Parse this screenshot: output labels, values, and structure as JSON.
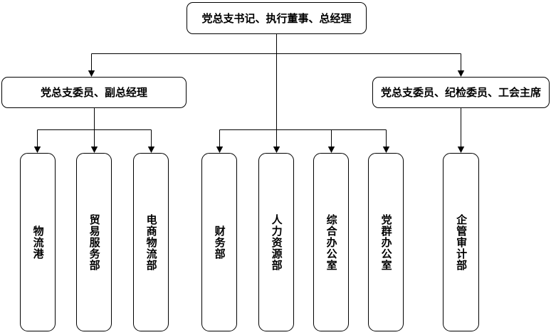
{
  "chart_data": {
    "type": "diagram",
    "diagram_kind": "organizational-chart",
    "title": "",
    "orientation": "top-down",
    "background_color": "#ffffff",
    "line_color": "#000000",
    "text_color": "#000000",
    "levels": [
      {
        "level": 1,
        "nodes": [
          {
            "id": "n1",
            "label": "党总支书记、执行董事、总经理",
            "text_direction": "horizontal"
          }
        ]
      },
      {
        "level": 2,
        "nodes": [
          {
            "id": "n2",
            "label": "党总支委员、副总经理",
            "text_direction": "horizontal",
            "parent": "n1"
          },
          {
            "id": "n3",
            "label": "党总支委员、纪检委员、工会主席",
            "text_direction": "horizontal",
            "parent": "n1"
          }
        ]
      },
      {
        "level": 3,
        "nodes": [
          {
            "id": "n4",
            "label": "物流港",
            "text_direction": "vertical",
            "parent": "n2"
          },
          {
            "id": "n5",
            "label": "贸易服务部",
            "text_direction": "vertical",
            "parent": "n2"
          },
          {
            "id": "n6",
            "label": "电商物流部",
            "text_direction": "vertical",
            "parent": "n2"
          },
          {
            "id": "n7",
            "label": "财务部",
            "text_direction": "vertical",
            "parent": "n1"
          },
          {
            "id": "n8",
            "label": "人力资源部",
            "text_direction": "vertical",
            "parent": "n1"
          },
          {
            "id": "n9",
            "label": "综合办公室",
            "text_direction": "vertical",
            "parent": "n1"
          },
          {
            "id": "n10",
            "label": "党群办公室",
            "text_direction": "vertical",
            "parent": "n1"
          },
          {
            "id": "n11",
            "label": "企管审计部",
            "text_direction": "vertical",
            "parent": "n3"
          }
        ]
      }
    ],
    "edges": [
      {
        "from": "n1",
        "to": "n2"
      },
      {
        "from": "n1",
        "to": "n3"
      },
      {
        "from": "n2",
        "to": "n4"
      },
      {
        "from": "n2",
        "to": "n5"
      },
      {
        "from": "n2",
        "to": "n6"
      },
      {
        "from": "n1",
        "to": "n7"
      },
      {
        "from": "n1",
        "to": "n8"
      },
      {
        "from": "n1",
        "to": "n9"
      },
      {
        "from": "n1",
        "to": "n10"
      },
      {
        "from": "n3",
        "to": "n11"
      }
    ]
  },
  "nodes": {
    "top": {
      "label": "党总支书记、执行董事、总经理"
    },
    "mid_left": {
      "label": "党总支委员、副总经理"
    },
    "mid_right": {
      "label": "党总支委员、纪检委员、工会主席"
    },
    "d1": {
      "label": "物流港"
    },
    "d2": {
      "label": "贸易服务部"
    },
    "d3": {
      "label": "电商物流部"
    },
    "d4": {
      "label": "财务部"
    },
    "d5": {
      "label": "人力资源部"
    },
    "d6": {
      "label": "综合办公室"
    },
    "d7": {
      "label": "党群办公室"
    },
    "d8": {
      "label": "企管审计部"
    }
  }
}
